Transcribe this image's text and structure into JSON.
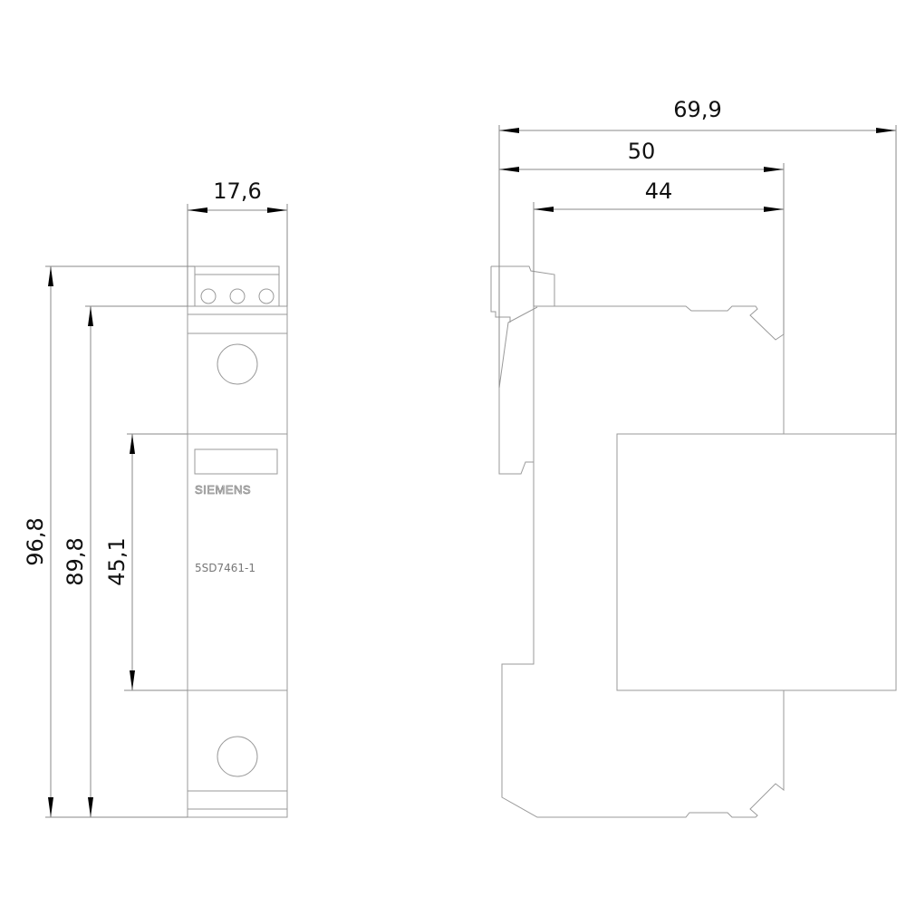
{
  "front_view": {
    "brand": "SIEMENS",
    "part_number": "5SD7461-1",
    "dimensions": {
      "width": "17,6",
      "overall_height": "96,8",
      "body_height": "89,8",
      "window_height": "45,1"
    }
  },
  "side_view": {
    "dimensions": {
      "overall_depth": "69,9",
      "depth_to_front": "50",
      "depth_from_rail": "44"
    }
  },
  "colors": {
    "line": "#9a9a9a",
    "arrow": "#000000",
    "text": "#111111"
  }
}
